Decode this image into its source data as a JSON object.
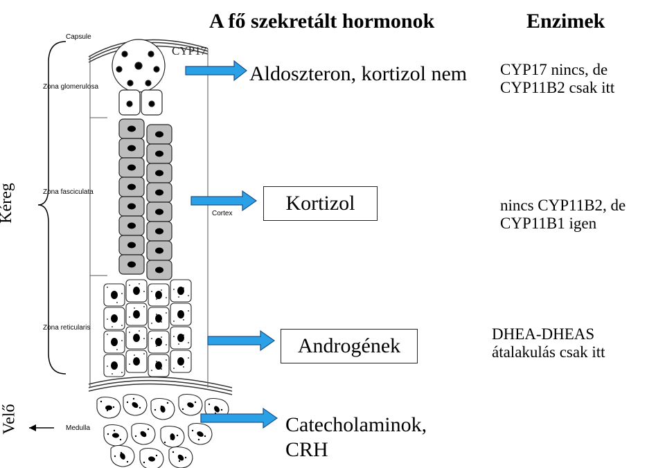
{
  "headers": {
    "hormones": "A fő szekretált hormonok",
    "enzymes": "Enzimek"
  },
  "labels": {
    "capsule": "Capsule",
    "zona_glomerulosa": "Zona glomerulosa",
    "zona_fasciculata": "Zona fasciculata",
    "zona_reticularis": "Zona reticularis",
    "cortex": "Cortex",
    "medulla": "Medulla",
    "cyp17": "CYP17",
    "cortex_hu": "Kéreg",
    "medulla_hu": "Velő"
  },
  "rows": [
    {
      "hormone": "Aldoszteron, kortizol nem",
      "enzyme_lines": [
        "CYP17 nincs, de",
        "CYP11B2 csak itt"
      ]
    },
    {
      "hormone": "Kortizol",
      "enzyme_lines": [
        "nincs CYP11B2, de",
        "CYP11B1 igen"
      ]
    },
    {
      "hormone": "Androgének",
      "enzyme_lines": [
        "DHEA-DHEAS",
        "átalakulás csak itt"
      ]
    },
    {
      "hormone_lines": [
        "Catecholaminok,",
        "CRH"
      ]
    }
  ],
  "colors": {
    "arrow_fill": "#2aa1e6",
    "arrow_stroke": "#1a4f8a",
    "fasciculata_cell": "#bdbdbd",
    "nucleus": "#000000"
  }
}
